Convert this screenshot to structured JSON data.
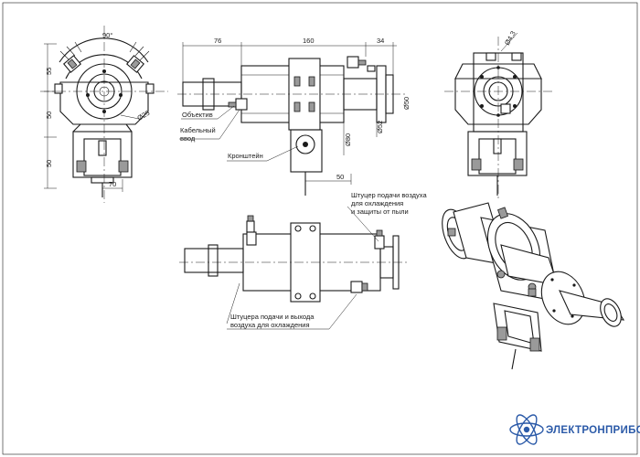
{
  "dimensions": {
    "angle": "90°",
    "front_height_top": "55",
    "front_height_mid": "50",
    "front_height_bottom": "50",
    "front_diameter": "Ø25",
    "front_base_width": "70",
    "side_lens_length": "76",
    "side_body_length": "160",
    "side_flange_length": "34",
    "side_body_diameter": "Ø80",
    "side_bore_diameter": "Ø52",
    "side_flange_diameter": "Ø50",
    "side_bracket_offset": "50",
    "rear_hole_diameter": "Ø4,3"
  },
  "labels": {
    "lens": "Объектив",
    "cable_entry_1": "Кабельный",
    "cable_entry_2": "ввод",
    "bracket": "Кронштейн",
    "air_fitting_1": "Штуцер подачи воздуха",
    "air_fitting_2": "для охлаждения",
    "air_fitting_3": "и защиты от пыли",
    "cooling_fittings_1": "Штуцера подачи и выхода",
    "cooling_fittings_2": "воздуха для охлаждения"
  },
  "brand": {
    "name": "ЭЛЕКТРОНПРИБОР",
    "color": "#2b5aa8"
  }
}
